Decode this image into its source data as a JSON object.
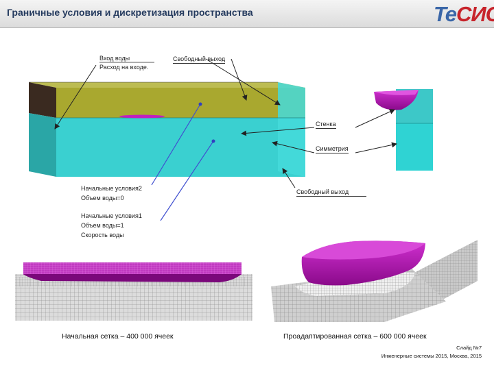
{
  "title": "Граничные условия и дискретизация пространства",
  "logo": {
    "part1": "Те",
    "part2": "СИС"
  },
  "labels": {
    "inlet_line1": "Вход воды",
    "inlet_line2": "Расход на входе.",
    "outlet_top": "Свободный выход",
    "wall": "Стенка",
    "symmetry": "Симметрия",
    "outlet_bottom": "Свободный выход",
    "ic2_line1": "Начальные условия2",
    "ic2_line2": "Объем воды=0",
    "ic1_line1": "Начальные условия1",
    "ic1_line2": "Объем воды=1",
    "ic1_line3": "Скорость воды"
  },
  "captions": {
    "left": "Начальная сетка – 400 000 ячеек",
    "right": "Проадаптированная сетка – 600 000 ячеек"
  },
  "footer": {
    "slide": "Слайд №7",
    "conference": "Инженерные системы 2015, Москва, 2015"
  },
  "colors": {
    "air_region": "#a8a830",
    "water_region": "#3fcfcf",
    "hull": "#c020c0",
    "mesh": "#9a9a9a",
    "arrow": "#222222",
    "probe_line": "#4050d0"
  }
}
